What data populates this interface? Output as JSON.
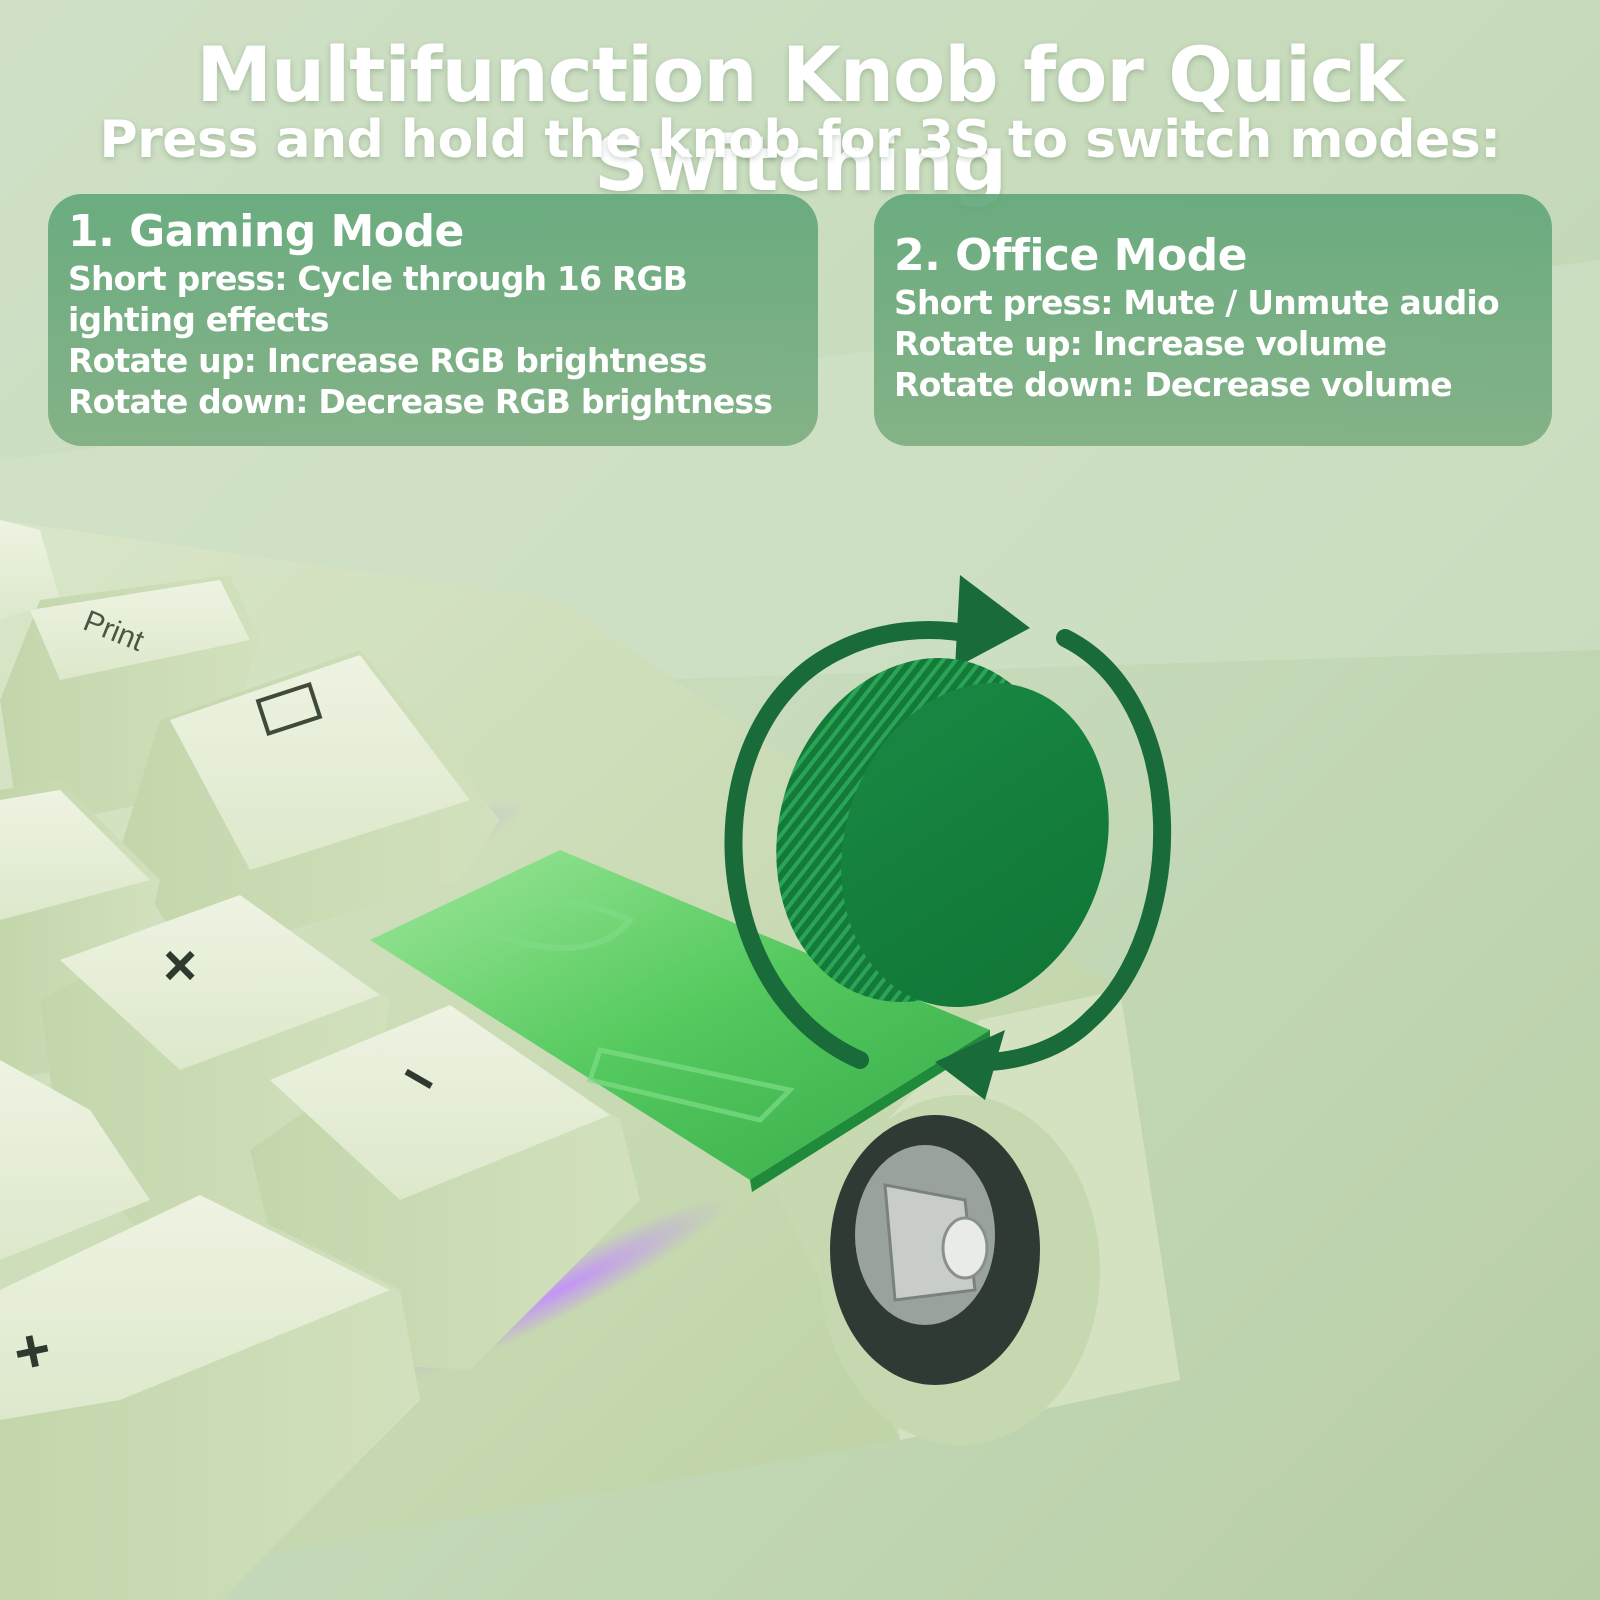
{
  "header": {
    "title": "Multifunction Knob for Quick Switching",
    "subtitle": "Press and hold the knob for 3S to switch modes:"
  },
  "modes": [
    {
      "title": "1. Gaming Mode",
      "lines": [
        "Short press: Cycle through 16 RGB",
        "ighting effects",
        "Rotate up: Increase RGB brightness",
        "Rotate down: Decrease RGB brightness"
      ]
    },
    {
      "title": "2. Office Mode",
      "lines": [
        "Short press: Mute / Unmute audio",
        "Rotate up: Increase volume",
        "Rotate down: Decrease volume"
      ]
    }
  ],
  "keycaps": {
    "print_label": "Print",
    "multiply_label": "×",
    "minus_label": "−",
    "plus_label": "+"
  },
  "colors": {
    "background": "#cfdec4",
    "card": "#6aa87a",
    "knob": "#14803c",
    "arrow": "#1a6b3a",
    "keycap": "#dfe9cf",
    "rgb_glow": "#b07cff"
  }
}
